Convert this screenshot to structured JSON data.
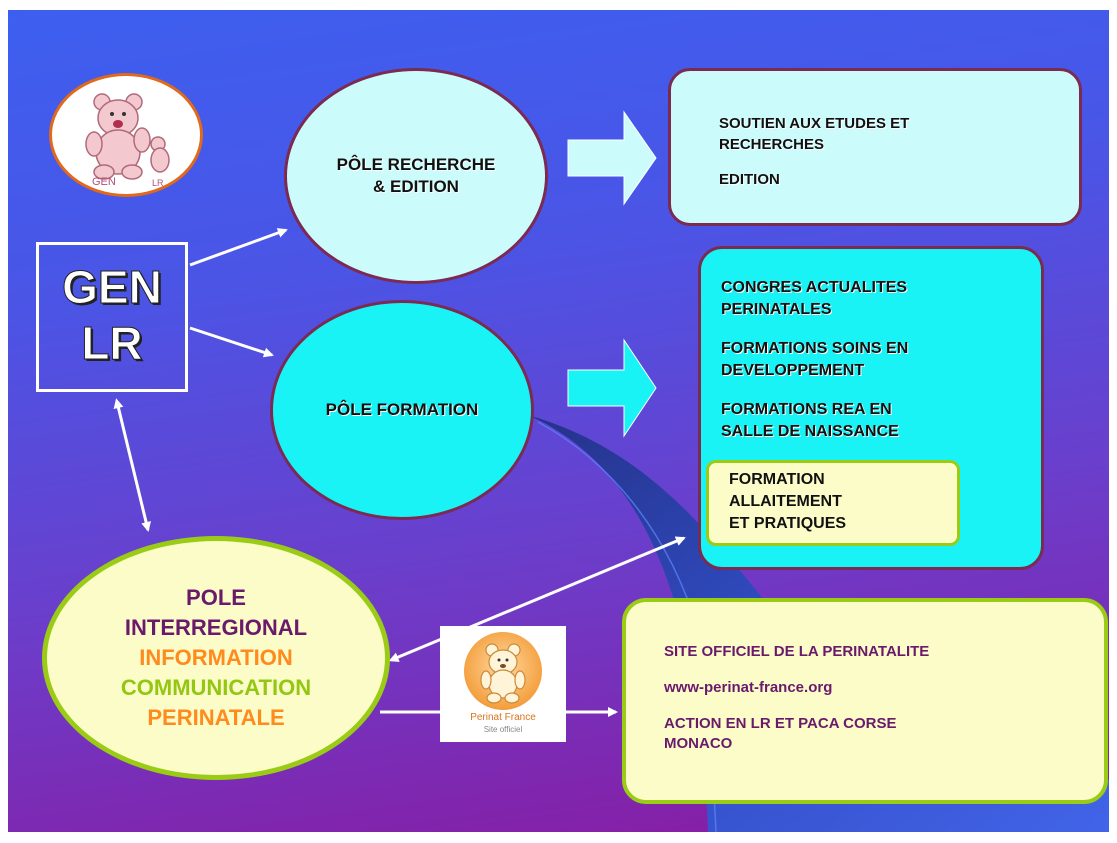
{
  "colors": {
    "background_top": "#3d5ff0",
    "background_bottom": "#8a1aa0",
    "pale_cyan": "#ccfbfc",
    "cyan": "#19f3f6",
    "pale_yellow": "#fbfcc8",
    "lime_border": "#9acc16",
    "maroon_border": "#7b2a52",
    "purple_text": "#6b1a6b",
    "orange_text": "#ff8a1e",
    "green_text": "#93c712"
  },
  "logo_gen_lr": {
    "icon": "teddy-bear-icon",
    "left": "GEN",
    "right": "LR"
  },
  "gen_lr_box": {
    "line1": "GEN",
    "line2": "LR"
  },
  "pole_recherche": {
    "line1": "PÔLE RECHERCHE",
    "line2": "& EDITION"
  },
  "recherche_box": {
    "line1": "SOUTIEN AUX ETUDES ET",
    "line2": "RECHERCHES",
    "line3": "EDITION"
  },
  "pole_formation": {
    "label": "PÔLE FORMATION"
  },
  "formation_box": {
    "item1_line1": "CONGRES ACTUALITES",
    "item1_line2": "PERINATALES",
    "item2_line1": "FORMATIONS SOINS EN",
    "item2_line2": "DEVELOPPEMENT",
    "item3_line1": "FORMATIONS REA EN",
    "item3_line2": "SALLE DE NAISSANCE"
  },
  "allaitement_box": {
    "line1": "FORMATION",
    "line2": "ALLAITEMENT",
    "line3": "ET PRATIQUES"
  },
  "pole_interregional": {
    "line1": "POLE",
    "line2": "INTERREGIONAL",
    "line3": "INFORMATION",
    "line4": "COMMUNICATION",
    "line5": "PERINATALE"
  },
  "perinat_logo": {
    "icon": "teddy-bear-icon",
    "name": "Perinat France",
    "caption": "Site officiel"
  },
  "site_box": {
    "line1": "SITE OFFICIEL DE LA PERINATALITE",
    "line2": "www-perinat-france.org",
    "line3": "ACTION EN LR ET PACA CORSE",
    "line4": "MONACO"
  }
}
